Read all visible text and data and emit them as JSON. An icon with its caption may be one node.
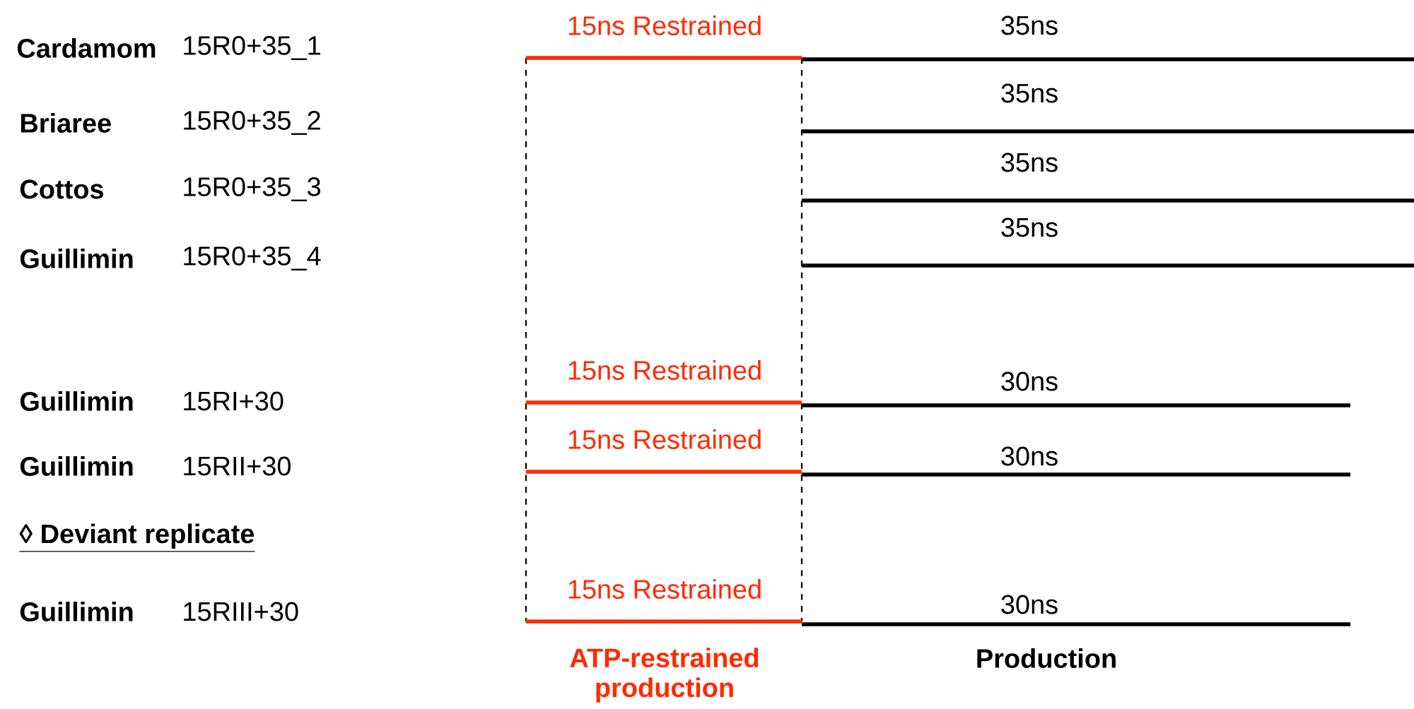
{
  "diagram": {
    "labels": [
      "15ns Restrained",
      "35ns",
      "Cardamom",
      "15R0+35_1",
      "35ns",
      "Briaree",
      "15R0+35_2",
      "35ns",
      "Cottos",
      "15R0+35_3",
      "35ns",
      "Guillimin",
      "15R0+35_4",
      "15ns Restrained",
      "30ns",
      "Guillimin",
      "15RI+30",
      "15ns Restrained",
      "30ns",
      "Guillimin",
      "15RII+30",
      "◊ Deviant replicate",
      "Guillimin",
      "15RIII+30",
      "15ns Restrained",
      "30ns",
      "ATP-restrained production",
      "Production"
    ]
  }
}
